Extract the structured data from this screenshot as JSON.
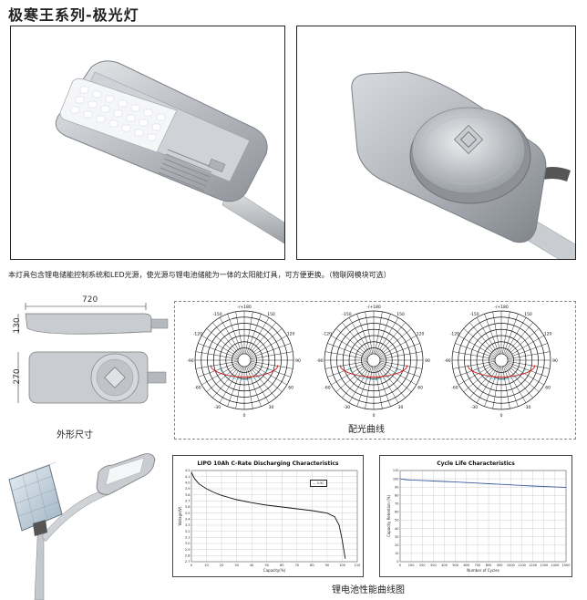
{
  "title": "极寒王系列-极光灯",
  "description": "本灯具包含锂电储能控制系统和LED光源，使光源与锂电池储能为一体的太阳能灯具，可方便更换。（物联网模块可选）",
  "dimensions": {
    "length": "720",
    "height": "130",
    "width": "270",
    "caption": "外形尺寸"
  },
  "polar": {
    "caption": "配光曲线",
    "angles_top": [
      "-/+180",
      "-150",
      "150",
      "-120",
      "120",
      "-90",
      "90",
      "-60",
      "60",
      "-30",
      "30",
      "0"
    ]
  },
  "battery_caption": "锂电池性能曲线图",
  "colors": {
    "red_curve": "#d62020",
    "cyan_curve": "#4db8d0",
    "blue_line": "#3a5aa0",
    "housing": "#c4c7cc"
  },
  "chart_data": [
    {
      "type": "line",
      "title": "LIPO 10Ah C-Rate Discharging Characteristics",
      "xlabel": "Capacity(%)",
      "ylabel": "Voltage(V)",
      "xlim": [
        0,
        110
      ],
      "ylim": [
        2.7,
        4.2
      ],
      "x_ticks": [
        "0",
        "10",
        "20",
        "30",
        "40",
        "50",
        "60",
        "70",
        "80",
        "90",
        "100",
        "110"
      ],
      "y_ticks": [
        "2.7",
        "2.8",
        "2.9",
        "3.0",
        "3.1",
        "3.2",
        "3.3",
        "3.4",
        "3.5",
        "3.6",
        "3.7",
        "3.8",
        "3.9",
        "4.0",
        "4.1",
        "4.2"
      ],
      "legend": "— 0.5C",
      "grid": true,
      "series": [
        {
          "name": "0.5C",
          "x": [
            0,
            2,
            5,
            10,
            15,
            20,
            30,
            40,
            50,
            60,
            70,
            80,
            90,
            95,
            98,
            100,
            101,
            102
          ],
          "y": [
            4.17,
            4.07,
            3.98,
            3.9,
            3.84,
            3.79,
            3.72,
            3.67,
            3.63,
            3.6,
            3.57,
            3.54,
            3.5,
            3.44,
            3.3,
            3.05,
            2.9,
            2.75
          ]
        }
      ]
    },
    {
      "type": "line",
      "title": "Cycle Life Characteristics",
      "xlabel": "Number of Cycles",
      "ylabel": "Capacity Retention (%)",
      "xlim": [
        0,
        1500
      ],
      "ylim": [
        0,
        110
      ],
      "x_ticks": [
        "0",
        "100",
        "200",
        "300",
        "400",
        "500",
        "600",
        "700",
        "800",
        "900",
        "1000",
        "1100",
        "1200",
        "1300",
        "1400",
        "1500"
      ],
      "y_ticks": [
        "0",
        "10",
        "20",
        "30",
        "40",
        "50",
        "60",
        "70",
        "80",
        "90",
        "100",
        "110"
      ],
      "grid": true,
      "series": [
        {
          "name": "",
          "x": [
            0,
            50,
            100,
            200,
            300,
            400,
            500,
            600,
            700,
            800,
            900,
            1000,
            1100,
            1200,
            1300,
            1400,
            1500
          ],
          "y": [
            100,
            99,
            98.6,
            98,
            97.4,
            96.8,
            96.1,
            95.5,
            94.8,
            94,
            93.4,
            92.7,
            92,
            91.3,
            90.7,
            90.1,
            89.6
          ]
        }
      ]
    }
  ]
}
